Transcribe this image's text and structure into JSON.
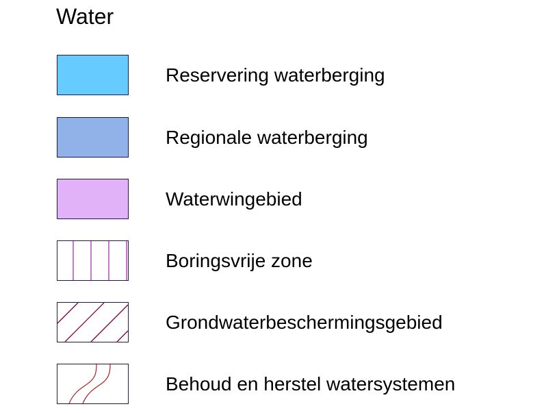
{
  "legend": {
    "title": "Water",
    "items": [
      {
        "label": "Reservering waterberging",
        "swatch": "solid",
        "fill": "#66ccff",
        "stroke": "#1a1a4a",
        "icon": "solid-light-blue-swatch-icon"
      },
      {
        "label": "Regionale waterberging",
        "swatch": "solid",
        "fill": "#91b2e8",
        "stroke": "#1a1a4a",
        "icon": "solid-medium-blue-swatch-icon"
      },
      {
        "label": "Waterwingebied",
        "swatch": "solid",
        "fill": "#e1b2f8",
        "stroke": "#1a1a4a",
        "icon": "solid-lilac-swatch-icon"
      },
      {
        "label": "Boringsvrije zone",
        "swatch": "vertical-lines",
        "fill": "#ffffff",
        "stroke": "#1a1a4a",
        "pattern_color": "#a020a0",
        "icon": "vertical-hatch-swatch-icon"
      },
      {
        "label": "Grondwaterbeschermingsgebied",
        "swatch": "diagonal-lines",
        "fill": "#ffffff",
        "stroke": "#1a1a4a",
        "pattern_color": "#800050",
        "icon": "diagonal-hatch-swatch-icon"
      },
      {
        "label": "Behoud en herstel watersystemen",
        "swatch": "curves",
        "fill": "#ffffff",
        "stroke": "#1a1a4a",
        "pattern_color": "#aa2020",
        "icon": "wavy-lines-swatch-icon"
      }
    ]
  }
}
